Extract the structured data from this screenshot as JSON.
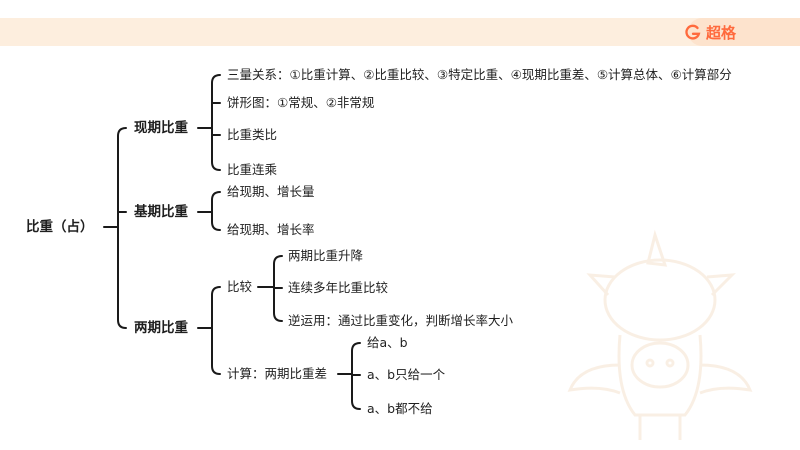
{
  "brand": {
    "name": "超格",
    "accent": "#ff6a3d"
  },
  "mindmap": {
    "root": "比重（占）",
    "branches": [
      {
        "label": "现期比重",
        "children": [
          "三量关系：①比重计算、②比重比较、③特定比重、④现期比重差、⑤计算总体、⑥计算部分",
          "饼形图：①常规、②非常规",
          "比重类比",
          "比重连乘"
        ]
      },
      {
        "label": "基期比重",
        "children": [
          "给现期、增长量",
          "给现期、增长率"
        ]
      },
      {
        "label": "两期比重",
        "children": [
          {
            "label": "比较",
            "children": [
              "两期比重升降",
              "连续多年比重比较",
              "逆运用：通过比重变化，判断增长率大小"
            ]
          },
          {
            "label": "计算：两期比重差",
            "children": [
              "给a、b",
              "a、b只给一个",
              "a、b都不给"
            ]
          }
        ]
      }
    ]
  }
}
